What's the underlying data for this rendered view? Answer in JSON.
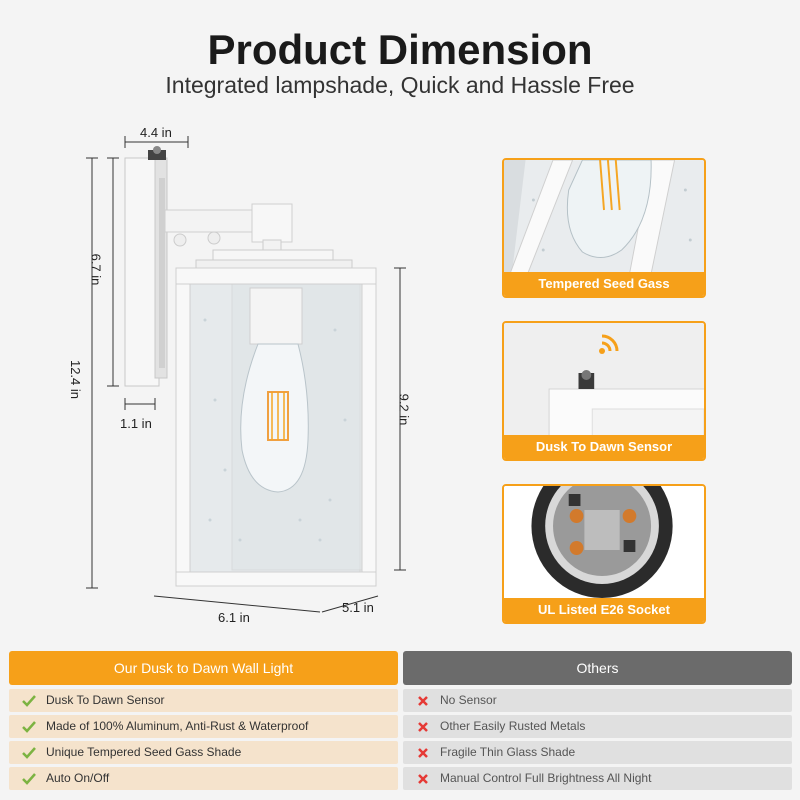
{
  "header": {
    "title": "Product Dimension",
    "subtitle": "Integrated lampshade, Quick and Hassle Free"
  },
  "dimensions": {
    "top_depth": "4.4 in",
    "back_height": "6.7 in",
    "total_height": "12.4 in",
    "plate_depth": "1.1 in",
    "shade_height": "9.2 in",
    "width": "6.1 in",
    "depth": "5.1 in"
  },
  "features": [
    {
      "caption": "Tempered Seed Gass"
    },
    {
      "caption": "Dusk To Dawn Sensor"
    },
    {
      "caption": "UL Listed E26 Socket"
    }
  ],
  "comparison": {
    "ours_header": "Our Dusk to Dawn Wall Light",
    "others_header": "Others",
    "ours": [
      "Dusk To Dawn Sensor",
      "Made of 100% Aluminum, Anti-Rust & Waterproof",
      "Unique Tempered Seed Gass Shade",
      "Auto On/Off"
    ],
    "others": [
      "No Sensor",
      "Other Easily Rusted Metals",
      "Fragile Thin Glass Shade",
      "Manual Control Full Brightness All Night"
    ]
  },
  "colors": {
    "accent": "#f6a019",
    "others_header": "#6b6b6b",
    "check": "#7cb342",
    "cross": "#e53935"
  }
}
